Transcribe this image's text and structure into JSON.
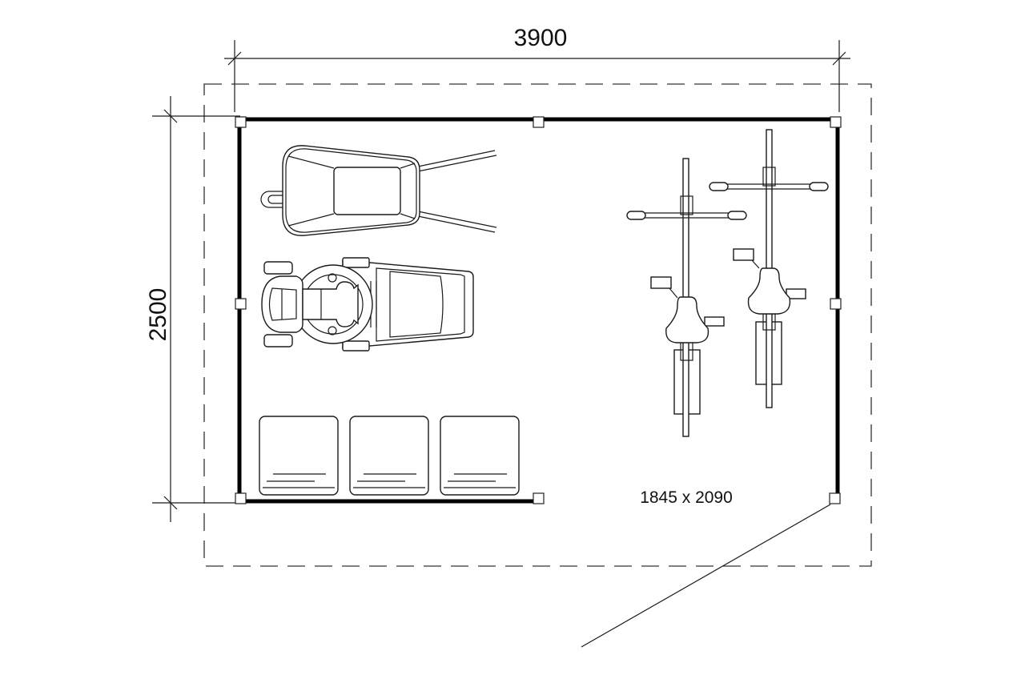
{
  "dimensions": {
    "width_label": "3900",
    "depth_label": "2500",
    "door_label": "1845 x 2090"
  },
  "objects": [
    "wheelbarrow",
    "ride-on-mower",
    "bicycle",
    "bicycle",
    "storage-bin",
    "storage-bin",
    "storage-bin"
  ],
  "colors": {
    "line": "#1a1a1a",
    "background": "#ffffff"
  }
}
